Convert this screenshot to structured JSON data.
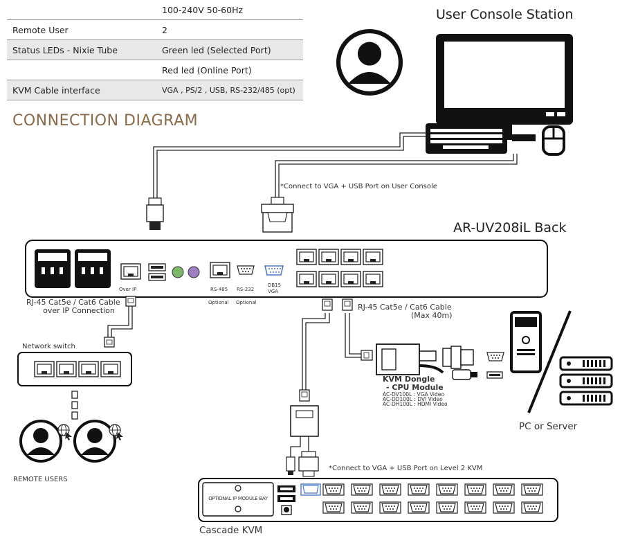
{
  "spec_table": {
    "rows": [
      {
        "key": "",
        "value": "100-240V 50-60Hz",
        "shaded": false
      },
      {
        "key": "Remote User",
        "value": "2",
        "shaded": false
      },
      {
        "key": "Status LEDs - Nixie Tube",
        "value": "Green led (Selected Port)",
        "shaded": true
      },
      {
        "key": "",
        "value": "Red led (Online Port)",
        "shaded": false
      },
      {
        "key": "KVM Cable interface",
        "value": "VGA , PS/2 , USB, RS-232/485 (opt)",
        "shaded": true
      }
    ]
  },
  "heading": "CONNECTION DIAGRAM",
  "labels": {
    "user_console_station": "User Console Station",
    "connect_vga_usb_console": "*Connect to VGA + USB Port on User Console",
    "device_back": "AR-UV208iL Back",
    "port_over_ip": "Over IP",
    "port_rs485": "RS-485",
    "port_rs232": "RS-232",
    "port_db15": "DB15",
    "port_vga": "VGA",
    "optional_1": "Optional",
    "optional_2": "Optional",
    "rj45_ip_line1": "RJ-45 Cat5e / Cat6 Cable",
    "rj45_ip_line2": "over IP Connection",
    "rj45_line1": "RJ-45 Cat5e / Cat6 Cable",
    "rj45_line2": "(Max 40m)",
    "network_switch": "Network switch",
    "remote_users": "REMOTE USERS",
    "dongle_title_1": "KVM Dongle",
    "dongle_title_2": "- CPU Module",
    "dongle_vga": "AC-DV100L : VGA Video",
    "dongle_dvi": "AC-DD100L : DVI Video",
    "dongle_hdmi": "AC-DH100L : HDMI Video",
    "pc_or_server": "PC or Server",
    "connect_vga_usb_level2": "*Connect to VGA + USB Port on Level 2 KVM",
    "optional_ip_bay": "OPTIONAL IP MODULE BAY",
    "cascade_kvm": "Cascade KVM"
  },
  "colors": {
    "heading": "#8c6a48",
    "line": "#222222",
    "vga_accent": "#4a78c8",
    "ps2_green": "#7db86a",
    "ps2_purple": "#9b7fc0",
    "table_shade": "#e8e8e8"
  },
  "icons": [
    "user-avatar-icon",
    "monitor-icon",
    "keyboard-icon",
    "mouse-icon",
    "globe-cursor-icon",
    "pc-tower-icon",
    "rack-server-icon"
  ]
}
